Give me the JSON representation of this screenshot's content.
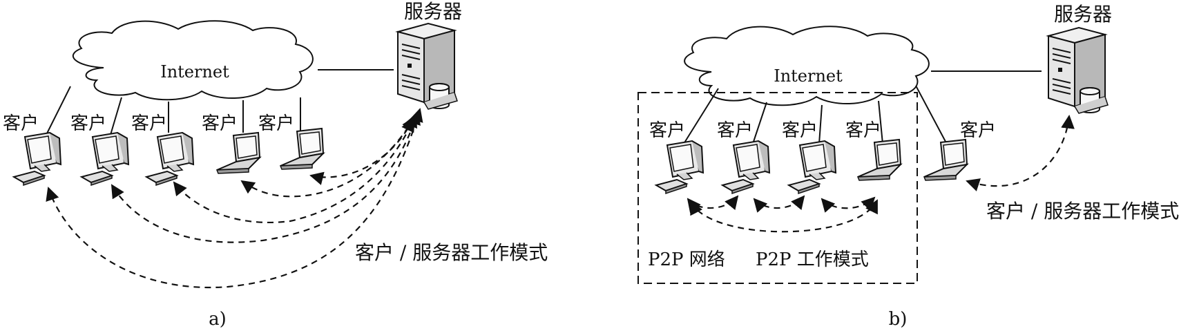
{
  "panel_a": {
    "server_label": "服务器",
    "internet_label": "Internet",
    "client_labels": [
      "客户",
      "客户",
      "客户",
      "客户",
      "客户"
    ],
    "mode_label": "客户 / 服务器工作模式",
    "caption": "a)"
  },
  "panel_b": {
    "server_label": "服务器",
    "internet_label": "Internet",
    "client_labels": [
      "客户",
      "客户",
      "客户",
      "客户",
      "客户"
    ],
    "cs_mode_label": "客户 / 服务器工作模式",
    "p2p_network_label": "P2P 网络",
    "p2p_mode_label": "P2P 工作模式",
    "caption": "b)"
  },
  "colors": {
    "stroke": "#111111",
    "fill_light": "#f2f2f2",
    "fill_mid": "#cfcfcf"
  }
}
